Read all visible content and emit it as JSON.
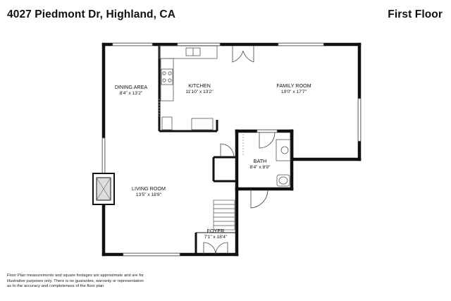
{
  "header": {
    "address": "4027 Piedmont Dr, Highland, CA",
    "floor": "First Floor"
  },
  "rooms": {
    "dining": {
      "name": "DINING AREA",
      "dims": "8'4\" x 13'2\""
    },
    "kitchen": {
      "name": "KITCHEN",
      "dims": "11'10\" x 13'2\""
    },
    "family": {
      "name": "FAMILY ROOM",
      "dims": "19'0\" x 17'7\""
    },
    "bath": {
      "name": "BATH",
      "dims": "8'4\" x 8'9\""
    },
    "living": {
      "name": "LIVING ROOM",
      "dims": "13'5\" x 18'8\""
    },
    "foyer": {
      "name": "FOYER",
      "dims": "7'1\" x 18'4\""
    }
  },
  "disclaimer": {
    "line1": "Floor Plan measurements and square footages are approximate and are for",
    "line2": "illustrative purposes only. There is no guarantee, warranty or representation",
    "line3": "as to the accuracy and completeness of the floor plan"
  },
  "colors": {
    "wall": "#111111",
    "window": "#9a9a9a",
    "fixture": "#555555"
  }
}
